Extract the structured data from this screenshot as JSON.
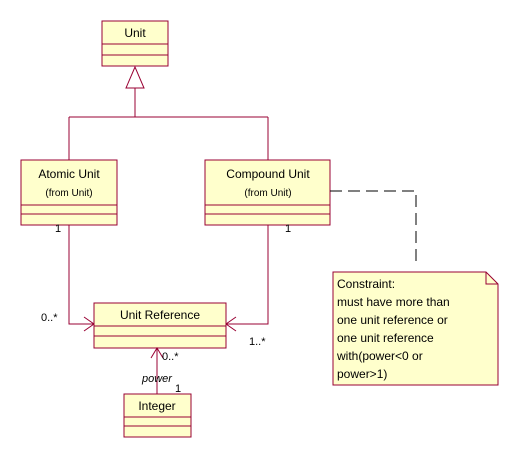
{
  "classes": {
    "unit": {
      "name": "Unit"
    },
    "atomic_unit": {
      "name": "Atomic Unit",
      "stereo": "(from Unit)"
    },
    "compound_unit": {
      "name": "Compound Unit",
      "stereo": "(from Unit)"
    },
    "unit_reference": {
      "name": "Unit Reference"
    },
    "integer": {
      "name": "Integer"
    }
  },
  "multiplicities": {
    "atomic_end": "1",
    "atomic_ref_end": "0..*",
    "compound_end": "1",
    "compound_ref_end": "1..*",
    "ref_integer_end": "0..*",
    "integer_end": "1"
  },
  "role_power": "power",
  "note": {
    "lines": [
      "Constraint:",
      "must have more than",
      "one unit reference or",
      "one unit  reference",
      "with(power<0 or",
      "power>1)"
    ]
  },
  "colors": {
    "class_fill": "#ffffcc",
    "class_border": "#990033",
    "connector": "#990033",
    "note_link": "#000000"
  }
}
